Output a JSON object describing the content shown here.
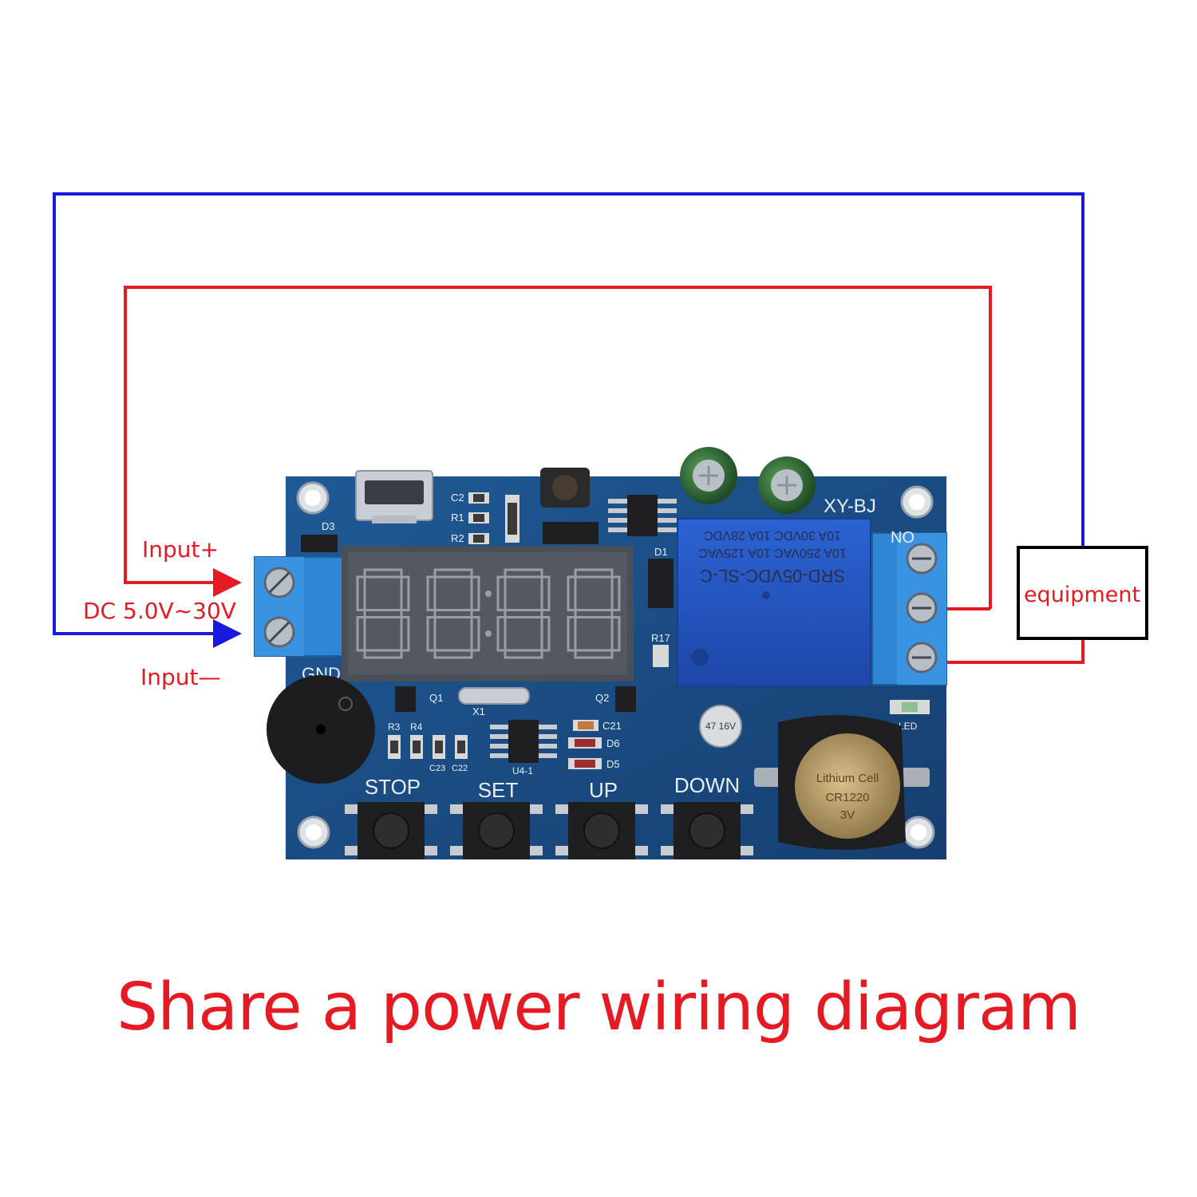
{
  "caption": "Share a power wiring diagram",
  "labels": {
    "input_plus": "Input+",
    "dc_range": "DC 5.0V~30V",
    "input_minus": "Input—",
    "equipment": "equipment"
  },
  "board": {
    "model": "XY-BJ",
    "display": "8888",
    "gnd": "GND",
    "no": "NO",
    "led": "LED",
    "relay_lines": [
      "SRD-05VDC-SL-C",
      "10A 250VAC 10A 125VAC",
      "10A 30VDC 10A 28VDC"
    ],
    "cap_text": "47 16V",
    "battery_lines": [
      "Lithium Cell",
      "CR1220",
      "3V"
    ],
    "silk": {
      "d3": "D3",
      "d1": "D1",
      "r17": "R17",
      "c21": "C21",
      "d6": "D6",
      "d5": "D5",
      "q1": "Q1",
      "q2": "Q2",
      "x1": "X1",
      "r3": "R3",
      "r4": "R4",
      "c23": "C23",
      "c22": "C22",
      "u4": "U4-1",
      "c2": "C2",
      "r1": "R1",
      "r2": "R2"
    },
    "buttons": [
      "STOP",
      "SET",
      "UP",
      "DOWN"
    ]
  },
  "colors": {
    "wire_red": "#e51a22",
    "wire_blue": "#1a1adf",
    "pcb": "#1d4f86",
    "terminal": "#2f86d4",
    "relay": "#2557c9"
  }
}
